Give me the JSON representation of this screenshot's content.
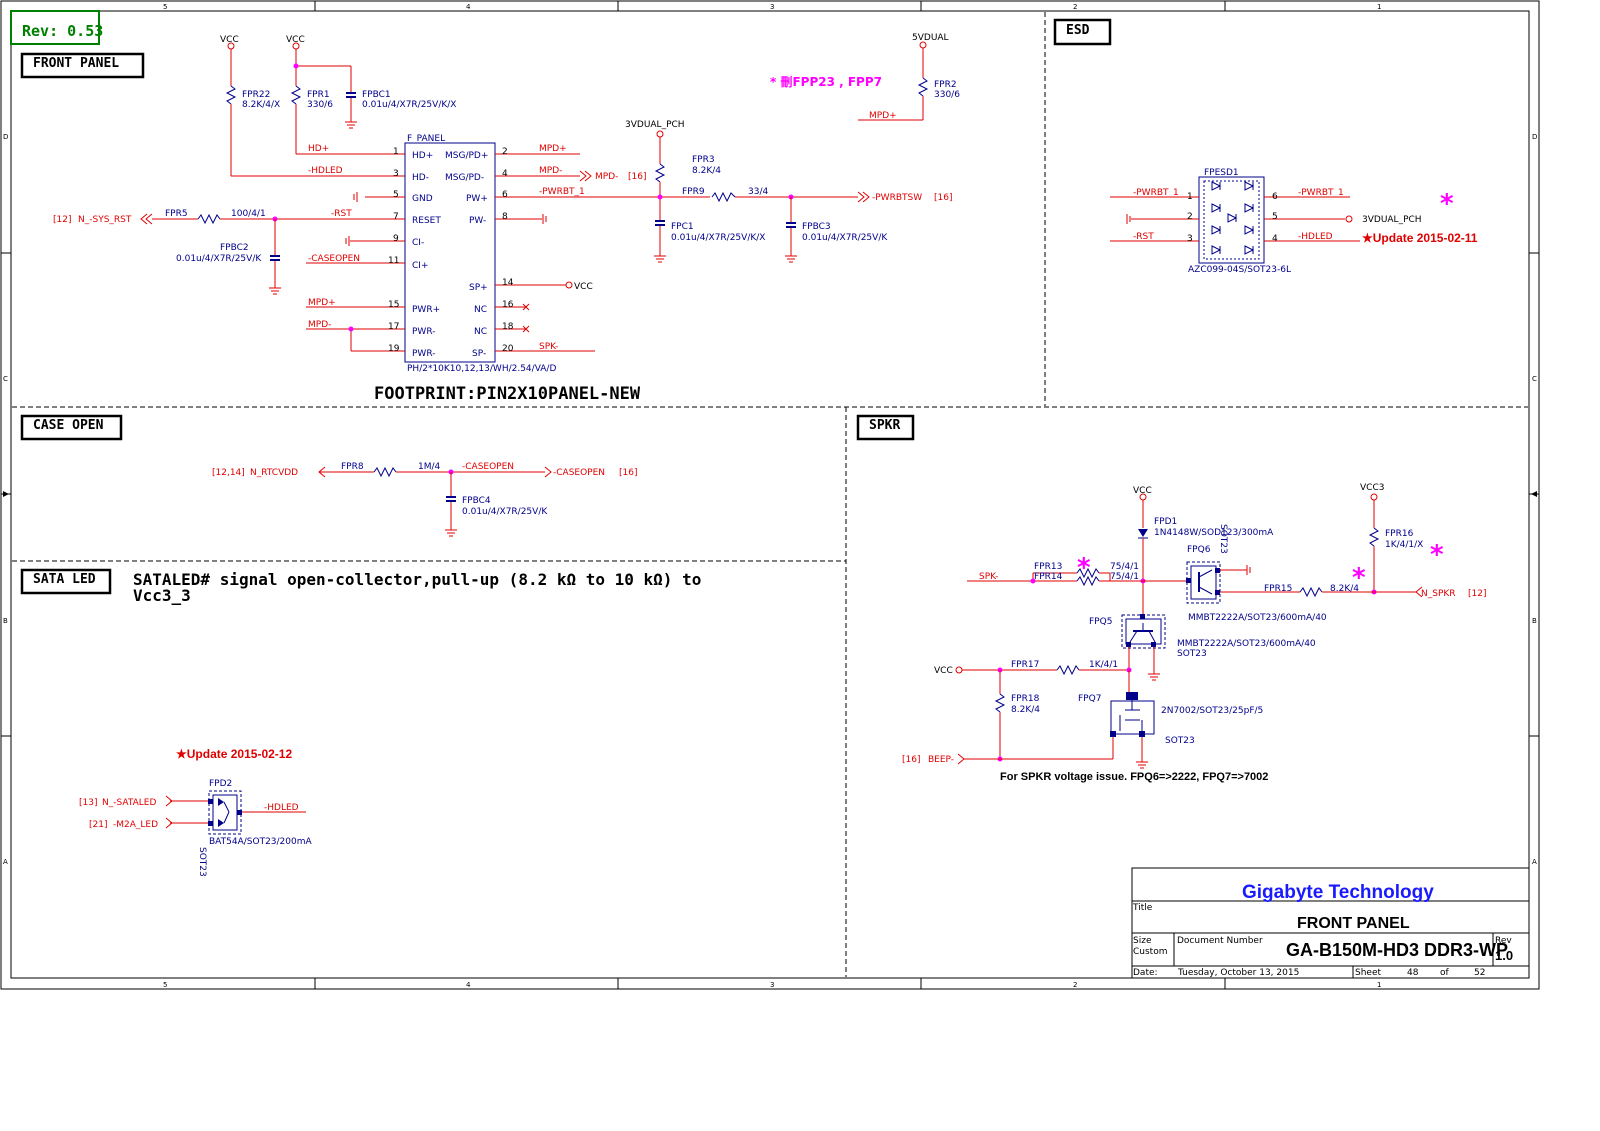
{
  "rev_badge": "Rev: 0.53",
  "border": {
    "cols": [
      "5",
      "4",
      "3",
      "2",
      "1"
    ],
    "rows": [
      "D",
      "C",
      "B",
      "A"
    ]
  },
  "sections": {
    "front_panel": "FRONT PANEL",
    "esd": "ESD",
    "case_open": "CASE OPEN",
    "sata_led": "SATA LED",
    "spkr": "SPKR"
  },
  "front_panel": {
    "vcc1": "VCC",
    "vcc2": "VCC",
    "fpr22": "FPR22",
    "fpr22_val": "8.2K/4/X",
    "fpr1": "FPR1",
    "fpr1_val": "330/6",
    "fpbc1": "FPBC1",
    "fpbc1_val": "0.01u/4/X7R/25V/K/X",
    "note_deleted": "* 刪FPP23 , FPP7",
    "v5dual": "5VDUAL",
    "fpr2": "FPR2",
    "fpr2_val": "330/6",
    "mpd_plus_top": "MPD+",
    "conn_name": "F_PANEL",
    "hd_plus": "HD+",
    "hdled": "-HDLED",
    "pins_left": [
      {
        "num": "1",
        "name": "HD+"
      },
      {
        "num": "3",
        "name": "HD-"
      },
      {
        "num": "5",
        "name": "GND"
      },
      {
        "num": "7",
        "name": "RESET"
      },
      {
        "num": "9",
        "name": "CI-"
      },
      {
        "num": "11",
        "name": "CI+"
      },
      {
        "num": "15",
        "name": "PWR+"
      },
      {
        "num": "17",
        "name": "PWR-"
      },
      {
        "num": "19",
        "name": "PWR-"
      }
    ],
    "pins_right": [
      {
        "num": "2",
        "name": "MSG/PD+"
      },
      {
        "num": "4",
        "name": "MSG/PD-"
      },
      {
        "num": "6",
        "name": "PW+"
      },
      {
        "num": "8",
        "name": "PW-"
      },
      {
        "num": "14",
        "name": "SP+"
      },
      {
        "num": "16",
        "name": "NC"
      },
      {
        "num": "18",
        "name": "NC"
      },
      {
        "num": "20",
        "name": "SP-"
      }
    ],
    "mpd_plus_r": "MPD+",
    "mpd_minus_r": "MPD-",
    "mpd_minus_off": "MPD-",
    "mpd_ref": "[16]",
    "v3dual_pch": "3VDUAL_PCH",
    "fpr3": "FPR3",
    "fpr3_val": "8.2K/4",
    "pwrbt": "-PWRBT_1",
    "fpr9": "FPR9",
    "fpr9_val": "33/4",
    "pwrbtsw": "-PWRBTSW",
    "pwrbtsw_ref": "[16]",
    "fpc1": "FPC1",
    "fpc1_val": "0.01u/4/X7R/25V/K/X",
    "fpbc3": "FPBC3",
    "fpbc3_val": "0.01u/4/X7R/25V/K",
    "sys_rst_ref": "[12]",
    "sys_rst": "N_-SYS_RST",
    "fpr5": "FPR5",
    "fpr5_val": "100/4/1",
    "rst": "-RST",
    "fpbc2": "FPBC2",
    "fpbc2_val": "0.01u/4/X7R/25V/K",
    "caseopen": "-CASEOPEN",
    "vcc_sp": "VCC",
    "mpd_plus_l": "MPD+",
    "mpd_minus_l": "MPD-",
    "spk_minus": "SPK-",
    "conn_part": "PH/2*10K10,12,13/WH/2.54/VA/D",
    "footprint": "FOOTPRINT:PIN2X10PANEL-NEW"
  },
  "esd": {
    "part": "FPESD1",
    "part_val": "AZC099-04S/SOT23-6L",
    "pwrbt_l": "-PWRBT_1",
    "rst_l": "-RST",
    "pwrbt_r": "-PWRBT_1",
    "v3dual": "3VDUAL_PCH",
    "hdled_r": "-HDLED",
    "pins_l": [
      "1",
      "2",
      "3"
    ],
    "pins_r": [
      "6",
      "5",
      "4"
    ],
    "update": "★Update 2015-02-11",
    "star": "*"
  },
  "case_open": {
    "ref_l": "[12,14]",
    "rtcvdd": "N_RTCVDD",
    "fpr8": "FPR8",
    "fpr8_val": "1M/4",
    "caseopen": "-CASEOPEN",
    "caseopen_off": "-CASEOPEN",
    "ref_r": "[16]",
    "fpbc4": "FPBC4",
    "fpbc4_val": "0.01u/4/X7R/25V/K"
  },
  "sata_led": {
    "note_line1": "SATALED# signal open-collector,pull-up (8.2 kΩ to 10 kΩ) to",
    "note_line2": "Vcc3_3",
    "update": "★Update 2015-02-12",
    "fpd2": "FPD2",
    "sataled_ref": "[13]",
    "sataled": "N_-SATALED",
    "m2a_ref": "[21]",
    "m2a": "-M2A_LED",
    "hdled": "-HDLED",
    "part_val": "BAT54A/SOT23/200mA",
    "pkg": "SOT23"
  },
  "spkr": {
    "vcc": "VCC",
    "vcc3": "VCC3",
    "fpd1": "FPD1",
    "fpd1_val": "1N4148W/SOD123/300mA",
    "fpr16": "FPR16",
    "fpr16_val": "1K/4/1/X",
    "fpq6": "FPQ6",
    "sot23_a": "SOT23",
    "spk": "SPK-",
    "fpr13": "FPR13",
    "fpr14": "FPR14",
    "fpr13_val": "75/4/1",
    "fpr14_val": "75/4/1",
    "fpr15": "FPR15",
    "fpr15_val": "8.2K/4",
    "n_spkr": "N_SPKR",
    "n_spkr_ref": "[12]",
    "fpq6_val": "MMBT2222A/SOT23/600mA/40",
    "fpq5": "FPQ5",
    "fpq5_val": "MMBT2222A/SOT23/600mA/40",
    "sot23_b": "SOT23",
    "vcc_l": "VCC",
    "fpr17": "FPR17",
    "fpr17_val": "1K/4/1",
    "fpr18": "FPR18",
    "fpr18_val": "8.2K/4",
    "fpq7": "FPQ7",
    "fpq7_val": "2N7002/SOT23/25pF/5",
    "sot23_c": "SOT23",
    "beep_ref": "[16]",
    "beep": "BEEP-",
    "note": "For SPKR voltage issue. FPQ6=>2222, FPQ7=>7002",
    "star": "*"
  },
  "title_block": {
    "company": "Gigabyte Technology",
    "title_label": "Title",
    "title": "FRONT PANEL",
    "size_label": "Size",
    "size_val": "Custom",
    "docnum_label": "Document Number",
    "docnum": "GA-B150M-HD3 DDR3-WP",
    "rev_label": "Rev",
    "rev": "1.0",
    "date_label": "Date:",
    "date": "Tuesday, October 13, 2015",
    "sheet_label": "Sheet",
    "sheet": "48",
    "of_label": "of",
    "of": "52"
  },
  "colors": {
    "net_red": "#e00000",
    "part_blue": "#00008b",
    "highlight": "#ff00ff",
    "company_blue": "#1a1aff",
    "rev_green": "#008000"
  }
}
